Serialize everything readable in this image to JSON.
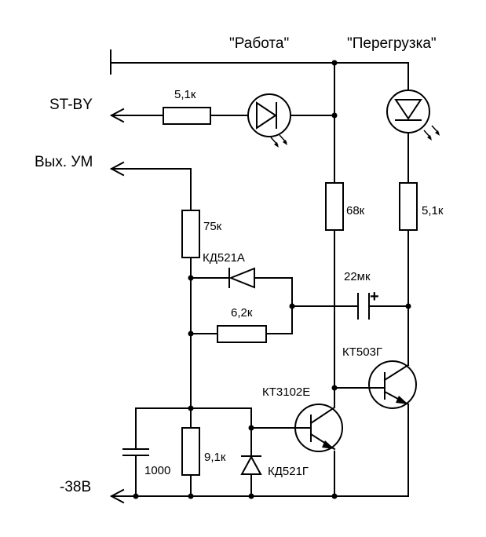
{
  "terminals": {
    "standby": "ST-BY",
    "amp_out": "Вых. УМ",
    "supply": "-38В"
  },
  "indicators": {
    "work": "\"Работа\"",
    "overload": "\"Перегрузка\""
  },
  "components": {
    "r_led_work": "5,1к",
    "r_top_left": "75к",
    "diode_top": "КД521А",
    "r_feedback": "6,2к",
    "r_mid": "68к",
    "r_led_overload": "5,1к",
    "capacitor_main": "22мк",
    "capacitor_polarity": "+",
    "transistor_right": "КТ503Г",
    "transistor_left": "КТ3102Е",
    "capacitor_small": "1000",
    "r_bottom": "9,1к",
    "zener_bottom": "КД521Г"
  },
  "colors": {
    "ink": "#000000",
    "paper": "#ffffff"
  }
}
